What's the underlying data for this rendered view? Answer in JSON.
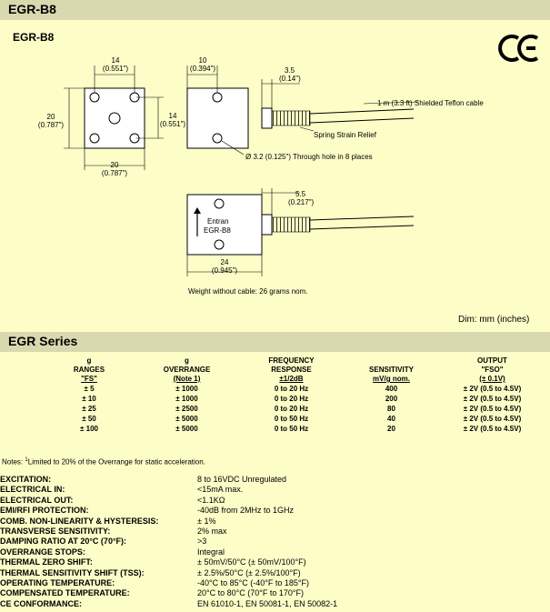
{
  "header": {
    "title": "EGR-B8"
  },
  "drawing": {
    "title": "EGR-B8",
    "ce_mark": "CE",
    "dims": {
      "front_w_mm": "14",
      "front_w_in": "(0.551\")",
      "left_h_mm": "20",
      "left_h_in": "(0.787\")",
      "right_h_mm": "14",
      "right_h_in": "(0.551\")",
      "bottom_w_mm": "20",
      "bottom_w_in": "(0.787\")",
      "side_w_mm": "10",
      "side_w_in": "(0.394\")",
      "side_r_mm": "3.5",
      "side_r_in": "(0.14\")",
      "bot_r_mm": "5.5",
      "bot_r_in": "(0.217\")",
      "bot_len_mm": "24",
      "bot_len_in": "(0.945\")"
    },
    "labels": {
      "cable": "1 m (3.3 ft)  Shielded Teflon cable",
      "spring": "Spring Strain Relief",
      "hole": "Ø 3.2 (0.125\")  Through hole in 8 places",
      "entran": "Entran",
      "model": "EGR-B8",
      "weight": "Weight without cable: 26 grams nom.",
      "dim_unit": "Dim: mm (inches)"
    }
  },
  "series": {
    "title": "EGR Series",
    "headers": [
      [
        "g",
        "RANGES",
        "\"FS\""
      ],
      [
        "g",
        "OVERRANGE",
        "(Note 1)"
      ],
      [
        "FREQUENCY",
        "RESPONSE",
        "±1/2dB"
      ],
      [
        "",
        "SENSITIVITY",
        "mV/g nom."
      ],
      [
        "OUTPUT",
        "\"FSO\"",
        "(± 0.1V)"
      ]
    ],
    "rows": [
      [
        "± 5",
        "± 1000",
        "0 to 20 Hz",
        "400",
        "± 2V (0.5 to 4.5V)"
      ],
      [
        "± 10",
        "± 1000",
        "0 to 20 Hz",
        "200",
        "± 2V (0.5 to 4.5V)"
      ],
      [
        "± 25",
        "± 2500",
        "0 to 20 Hz",
        "80",
        "± 2V (0.5 to 4.5V)"
      ],
      [
        "± 50",
        "± 5000",
        "0 to 50 Hz",
        "40",
        "± 2V (0.5 to 4.5V)"
      ],
      [
        "± 100",
        "± 5000",
        "0 to 50 Hz",
        "20",
        "± 2V (0.5 to 4.5V)"
      ]
    ],
    "note_prefix": "Notes: ",
    "note_sup": "1",
    "note_text": "Limited to 20% of the Overrange for static acceleration."
  },
  "properties": [
    {
      "k": "EXCITATION:",
      "v": "8 to 16VDC Unregulated"
    },
    {
      "k": "ELECTRICAL IN:",
      "v": "<15mA max."
    },
    {
      "k": "ELECTRICAL OUT:",
      "v": "<1.1KΩ"
    },
    {
      "k": "EMI/RFI PROTECTION:",
      "v": "-40dB from 2MHz to 1GHz"
    },
    {
      "k": "COMB. NON-LINEARITY & HYSTERESIS:",
      "v": "± 1%"
    },
    {
      "k": "TRANSVERSE SENSITIVITY:",
      "v": "2% max"
    },
    {
      "k": "DAMPING RATIO AT 20°C (70°F):",
      "v": ">3"
    },
    {
      "k": "OVERRANGE STOPS:",
      "v": "Integral"
    },
    {
      "k": "THERMAL ZERO SHIFT:",
      "v": "± 50mV/50°C (± 50mV/100°F)"
    },
    {
      "k": "THERMAL SENSITIVITY SHIFT (TSS):",
      "v": "± 2.5%/50°C (± 2.5%/100°F)"
    },
    {
      "k": "OPERATING TEMPERATURE:",
      "v": "-40°C to 85°C (-40°F to 185°F)"
    },
    {
      "k": "COMPENSATED TEMPERATURE:",
      "v": "20°C to 80°C (70°F to 170°F)"
    },
    {
      "k": "CE CONFORMANCE:",
      "v": "EN 61010-1, EN 50081-1, EN 50082-1"
    }
  ]
}
